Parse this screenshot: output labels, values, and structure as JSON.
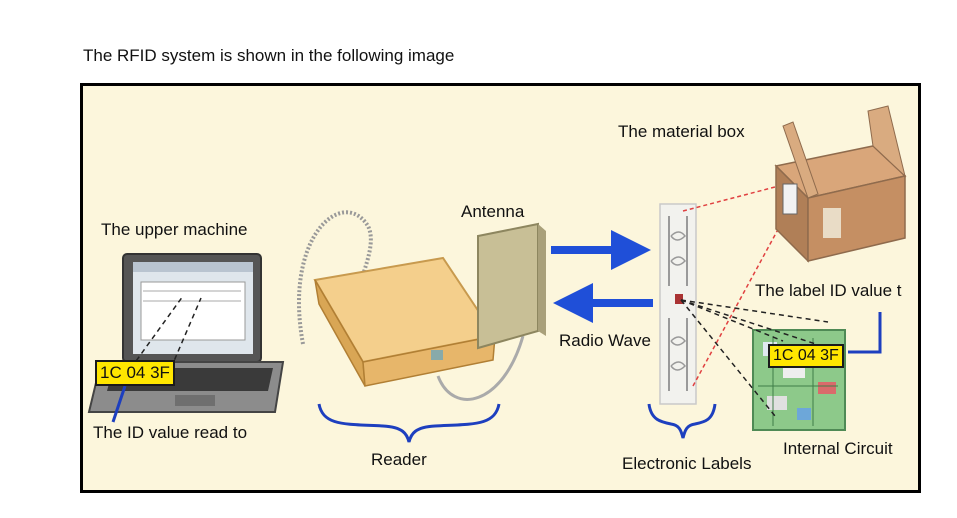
{
  "intro": "The RFID system is shown in the following image",
  "labels": {
    "upper_machine": "The upper machine",
    "antenna": "Antenna",
    "material_box": "The material box",
    "label_id_value": "The label ID value t",
    "radio_wave": "Radio Wave",
    "id_value_read": "The ID value read to",
    "reader": "Reader",
    "electronic_labels": "Electronic Labels",
    "internal_circuit": "Internal Circuit"
  },
  "id_tag_laptop": "1C 04 3F",
  "id_tag_circuit": "1C 04 3F",
  "colors": {
    "frame_bg": "#fcf6dc",
    "arrow_blue": "#1f4fd8",
    "brace_blue": "#1d3fbf",
    "tag_yellow": "#ffe600",
    "link_red": "#e04040"
  }
}
